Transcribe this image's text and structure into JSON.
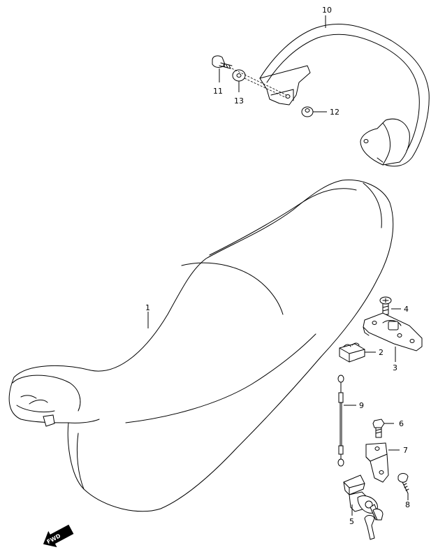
{
  "diagram": {
    "colors": {
      "line": "#000000",
      "background": "#ffffff"
    },
    "parts": [
      {
        "ref": "1",
        "name": "seat"
      },
      {
        "ref": "2",
        "name": "seat-cushion-block"
      },
      {
        "ref": "3",
        "name": "seat-hook-bracket"
      },
      {
        "ref": "4",
        "name": "bracket-screw"
      },
      {
        "ref": "5",
        "name": "seat-lock-with-keys"
      },
      {
        "ref": "6",
        "name": "bracket-bolt"
      },
      {
        "ref": "7",
        "name": "lock-bracket"
      },
      {
        "ref": "8",
        "name": "tapping-screw"
      },
      {
        "ref": "9",
        "name": "seat-lock-cable"
      },
      {
        "ref": "10",
        "name": "pillion-grab-rail"
      },
      {
        "ref": "11",
        "name": "rail-bolt"
      },
      {
        "ref": "12",
        "name": "rail-spacer"
      },
      {
        "ref": "13",
        "name": "rail-washer"
      }
    ],
    "fwd_arrow": {
      "label": "FWD",
      "icon": "fwd-arrow-icon"
    }
  }
}
